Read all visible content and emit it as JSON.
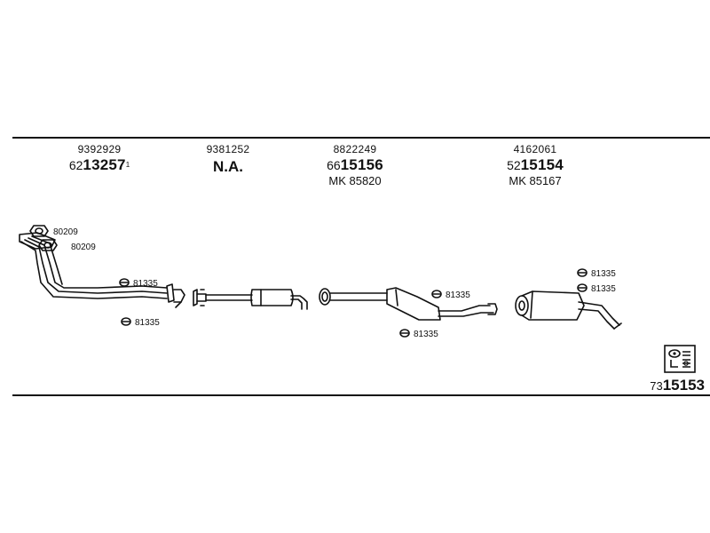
{
  "columns": [
    {
      "oem": "9392929",
      "prefix": "62",
      "number": "13257",
      "note": "1",
      "na": "",
      "mk": ""
    },
    {
      "oem": "9381252",
      "prefix": "",
      "number": "",
      "note": "",
      "na": "N.A.",
      "mk": ""
    },
    {
      "oem": "8822249",
      "prefix": "66",
      "number": "15156",
      "note": "",
      "na": "",
      "mk": "MK 85820"
    },
    {
      "oem": "4162061",
      "prefix": "52",
      "number": "15154",
      "note": "",
      "na": "",
      "mk": "MK 85167"
    }
  ],
  "labels": {
    "gasket_a": "80209",
    "gasket_b": "80209",
    "clamp_1": "81335",
    "clamp_2": "81335",
    "clamp_3": "81335",
    "clamp_4": "81335",
    "clamp_5": "81335",
    "clamp_6": "81335"
  },
  "kit": {
    "prefix": "73",
    "number": "15153",
    "icon": "mounting-kit-icon"
  }
}
